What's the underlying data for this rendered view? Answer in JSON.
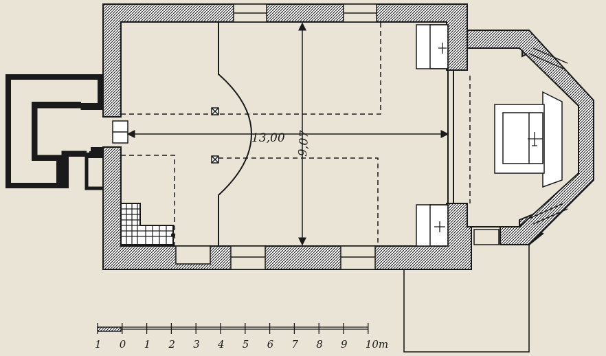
{
  "dimensions": {
    "length": "13,00",
    "width": "9,07"
  },
  "scale_bar": {
    "labels": [
      "1",
      "0",
      "1",
      "2",
      "3",
      "4",
      "5",
      "6",
      "7",
      "8",
      "9",
      "10m"
    ]
  },
  "colors": {
    "background": "#e9e4d6",
    "ink": "#1a1a1a"
  }
}
